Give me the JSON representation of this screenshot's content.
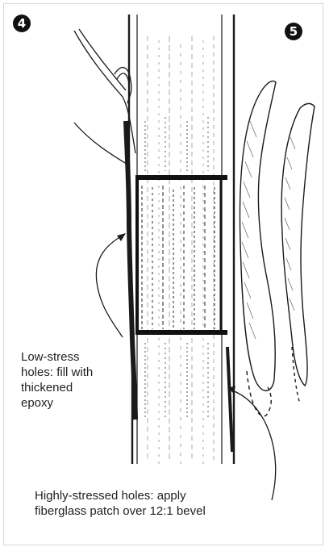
{
  "badges": {
    "step_a": "4",
    "step_b": "5"
  },
  "callouts": {
    "low_stress": "Low-stress\nholes: fill with\nthickened\nepoxy",
    "high_stress": "Highly-stressed holes: apply\nfiberglass patch over 12:1 bevel"
  },
  "colors": {
    "ink": "#1a1a1a",
    "badge_fill": "#111111",
    "frame": "#d6d6d6"
  }
}
